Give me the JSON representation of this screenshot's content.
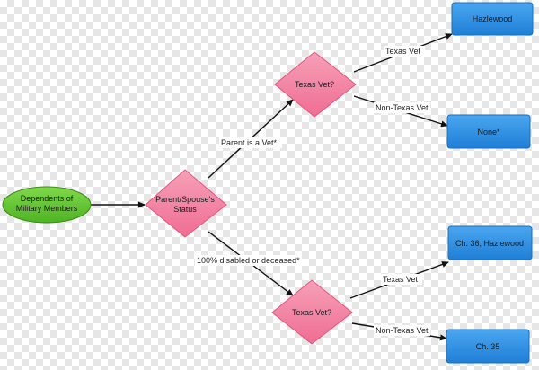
{
  "colors": {
    "start_fill": "#63c52f",
    "start_stroke": "#3c8a1a",
    "decision_fill": "#f2799a",
    "decision_stroke": "#e0557e",
    "outcome_fill": "#2c8de0",
    "outcome_stroke": "#1b6fbb"
  },
  "nodes": {
    "start": {
      "lines": [
        "Dependents of",
        "Military Members"
      ]
    },
    "status": {
      "lines": [
        "Parent/Spouse's",
        "Status"
      ]
    },
    "texas_vet_top": {
      "lines": [
        "Texas Vet?"
      ]
    },
    "texas_vet_bottom": {
      "lines": [
        "Texas Vet?"
      ]
    },
    "hazlewood": {
      "label": "Hazlewood"
    },
    "none": {
      "label": "None*"
    },
    "ch36": {
      "label": "Ch. 36, Hazlewood"
    },
    "ch35": {
      "label": "Ch. 35"
    }
  },
  "edges": {
    "parent_vet": "Parent is a Vet*",
    "disabled": "100% disabled or deceased*",
    "top_texas": "Texas Vet",
    "top_non_texas": "Non-Texas Vet",
    "bottom_texas": "Texas Vet",
    "bottom_non_texas": "Non-Texas Vet"
  }
}
